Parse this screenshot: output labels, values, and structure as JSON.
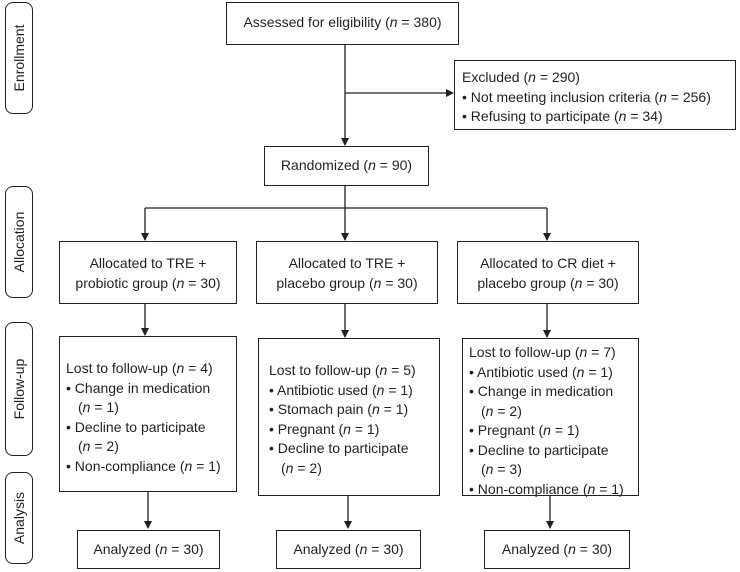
{
  "phases": {
    "enrollment": "Enrollment",
    "allocation": "Allocation",
    "followup": "Follow-up",
    "analysis": "Analysis"
  },
  "assessed": {
    "label": "Assessed for eligibility (",
    "n_sym": "n",
    "rest": " = 380)"
  },
  "excluded": {
    "title_pre": "Excluded (",
    "title_n": "n",
    "title_post": " = 290)",
    "items": [
      {
        "pre": "Not meeting inclusion criteria (",
        "n": "n",
        "post": " = 256)"
      },
      {
        "pre": "Refusing to participate (",
        "n": "n",
        "post": " = 34)"
      }
    ]
  },
  "randomized": {
    "pre": "Randomized (",
    "n": "n",
    "post": " = 90)"
  },
  "allocated": [
    {
      "line1": "Allocated to TRE +",
      "line2_pre": "probiotic group (",
      "n": "n",
      "line2_post": " = 30)"
    },
    {
      "line1": "Allocated to TRE +",
      "line2_pre": "placebo group (",
      "n": "n",
      "line2_post": " = 30)"
    },
    {
      "line1": "Allocated to CR diet +",
      "line2_pre": "placebo group (",
      "n": "n",
      "line2_post": " = 30)"
    }
  ],
  "followup": [
    {
      "title_pre": "Lost to follow-up (",
      "n": "n",
      "title_post": " = 4)",
      "items": [
        {
          "text": "Change in medication",
          "cont_n": "n",
          "cont": " = 1)",
          "cont_pre": "("
        },
        {
          "text": "Decline to participate",
          "cont_n": "n",
          "cont": " = 2)",
          "cont_pre": "("
        },
        {
          "pre": "Non-compliance (",
          "n": "n",
          "post": " = 1)"
        }
      ]
    },
    {
      "title_pre": "Lost to follow-up (",
      "n": "n",
      "title_post": " = 5)",
      "items": [
        {
          "pre": "Antibiotic used (",
          "n": "n",
          "post": " = 1)"
        },
        {
          "pre": "Stomach pain (",
          "n": "n",
          "post": " = 1)"
        },
        {
          "pre": "Pregnant (",
          "n": "n",
          "post": " = 1)"
        },
        {
          "text": "Decline to participate",
          "cont_n": "n",
          "cont": " = 2)",
          "cont_pre": "("
        }
      ]
    },
    {
      "title_pre": "Lost to follow-up (",
      "n": "n",
      "title_post": " = 7)",
      "items": [
        {
          "pre": "Antibiotic used (",
          "n": "n",
          "post": " = 1)"
        },
        {
          "text": "Change in medication",
          "cont_n": "n",
          "cont": " = 2)",
          "cont_pre": "("
        },
        {
          "pre": "Pregnant (",
          "n": "n",
          "post": " = 1)"
        },
        {
          "text": "Decline to participate",
          "cont_n": "n",
          "cont": " = 3)",
          "cont_pre": "("
        },
        {
          "pre": "Non-compliance (",
          "n": "n",
          "post": " = 1)"
        }
      ]
    }
  ],
  "analyzed": [
    {
      "pre": "Analyzed (",
      "n": "n",
      "post": " = 30)"
    },
    {
      "pre": "Analyzed (",
      "n": "n",
      "post": " = 30)"
    },
    {
      "pre": "Analyzed (",
      "n": "n",
      "post": " = 30)"
    }
  ]
}
